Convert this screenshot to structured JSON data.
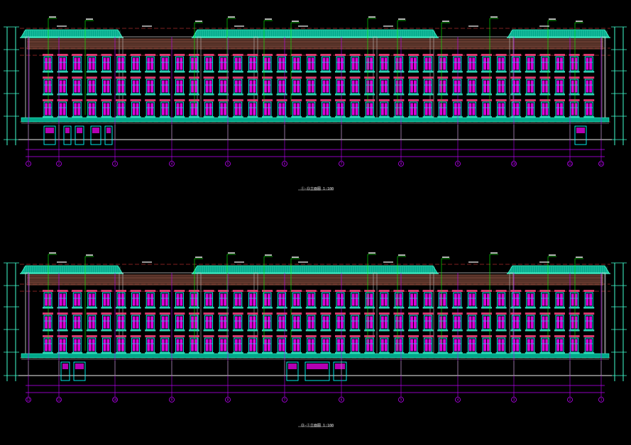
{
  "drawing": {
    "titles": [
      "①-⑬立面图 1:100",
      "⑬-①立面图 1:100"
    ],
    "axis_labels": [
      "1",
      "2",
      "3",
      "4",
      "5",
      "6",
      "7",
      "8",
      "9",
      "10",
      "11",
      "12",
      "13"
    ],
    "colors": {
      "background": "#000000",
      "roof_fill": "#00a88a",
      "roof_line": "#40ffd0",
      "parapet_band": "#804838",
      "wall_line": "#c0c0c0",
      "window_frame": "#00ffff",
      "window_pane": "#ff00ff",
      "window_sill": "#ff4080",
      "grid_axis": "#c000ff",
      "dim_line": "#ff4040",
      "leader_line": "#00ff00",
      "text": "#f0f0f0"
    }
  }
}
